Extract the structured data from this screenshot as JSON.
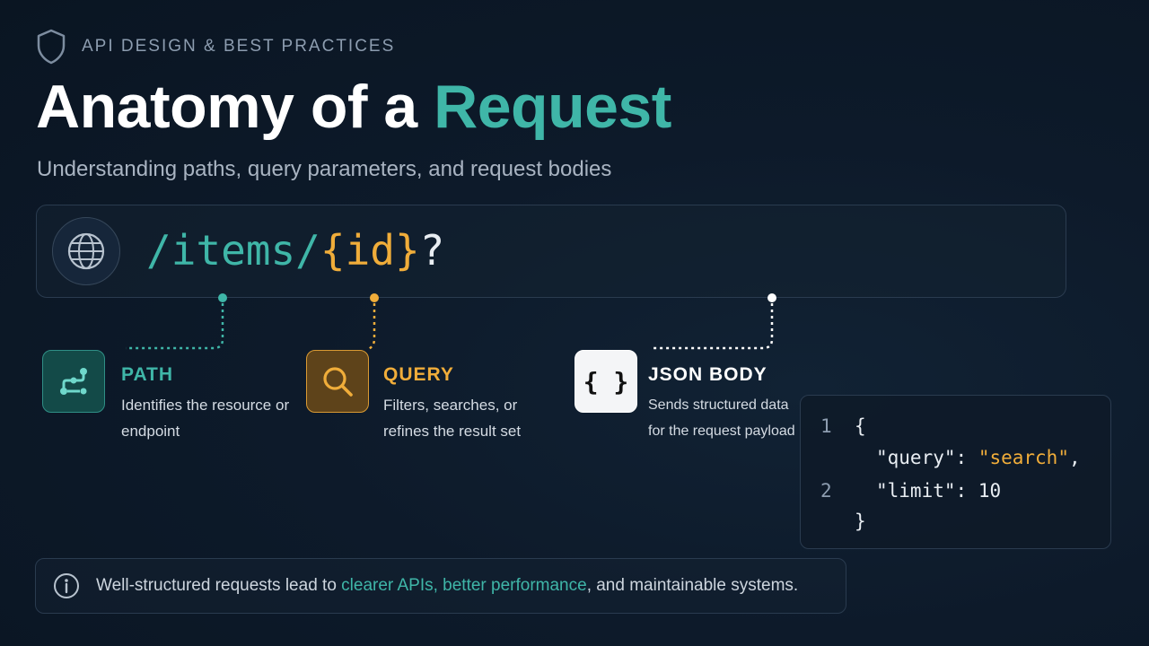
{
  "header": {
    "eyebrow": "API DESIGN & BEST PRACTICES",
    "title_main": "Anatomy of a ",
    "title_accent": "Request",
    "subtitle": "Understanding paths, query parameters, and request bodies"
  },
  "url": {
    "path": "/items/",
    "param": "{id}",
    "query_mark": "?"
  },
  "segments": [
    {
      "title": "PATH",
      "desc": "Identifies the resource or endpoint",
      "color": "#3fb6a8",
      "icon": "route-icon"
    },
    {
      "title": "QUERY",
      "desc": "Filters, searches, or refines the result set",
      "color": "#f0ad3a",
      "icon": "search-icon"
    },
    {
      "title": "JSON BODY",
      "desc": "Sends structured data for the request payload",
      "color": "#ffffff",
      "icon": "braces-icon"
    }
  ],
  "json_icon_text": "{ }",
  "code": {
    "line_numbers": [
      "1",
      "2"
    ],
    "open": "{",
    "key1": "\"query\"",
    "colon1": ": ",
    "val1": "\"search\"",
    "comma1": ",",
    "key2": "\"limit\"",
    "colon2": ": ",
    "val2": "10",
    "close": "}"
  },
  "note": {
    "text_before": "Well-structured requests lead to ",
    "highlight": "clearer APIs, better performance",
    "text_after": ", and maintainable systems."
  },
  "colors": {
    "accent_teal": "#3fb6a8",
    "accent_orange": "#f0ad3a",
    "background": "#0d1a2a"
  }
}
